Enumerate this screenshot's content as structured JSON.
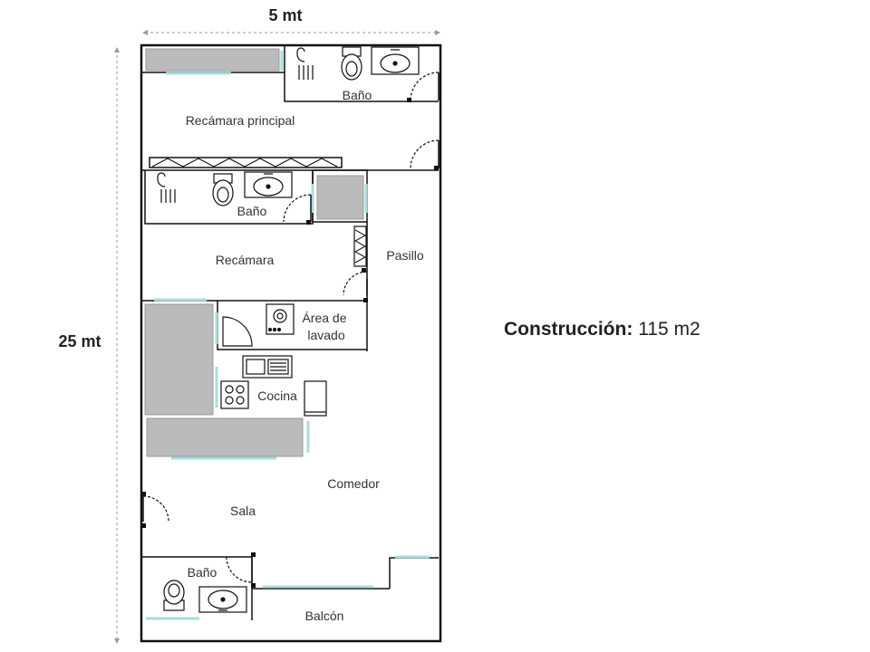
{
  "dimensions": {
    "width_label": "5 mt",
    "height_label": "25 mt"
  },
  "rooms": {
    "bano_principal": "Baño",
    "recamara_principal": "Recámara principal",
    "bano_2": "Baño",
    "recamara": "Recámara",
    "pasillo": "Pasillo",
    "area_lavado_1": "Área de",
    "area_lavado_2": "lavado",
    "cocina": "Cocina",
    "comedor": "Comedor",
    "sala": "Sala",
    "bano_3": "Baño",
    "balcon": "Balcón"
  },
  "summary": {
    "label": "Construcción:",
    "value": "115 m2"
  },
  "colors": {
    "wall": "#111111",
    "window": "#a8dde0",
    "furniture": "#bbbbbb",
    "dimension_line": "#999999"
  }
}
